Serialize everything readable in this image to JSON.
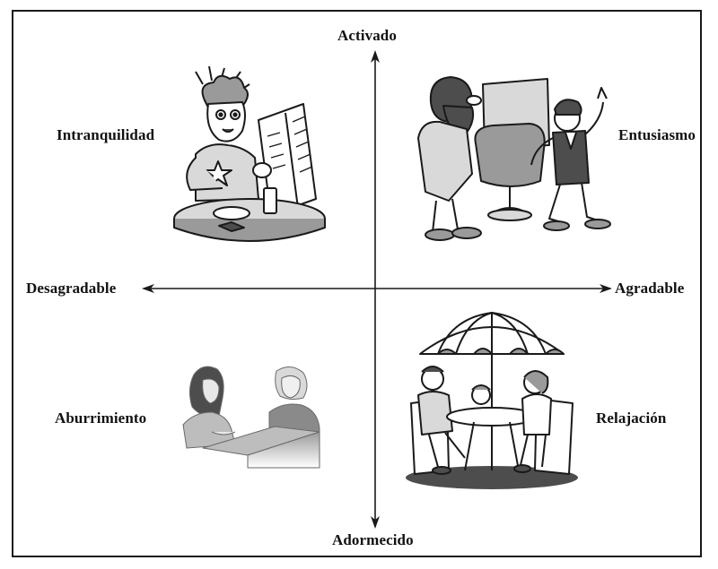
{
  "axes": {
    "top": "Activado",
    "bottom": "Adormecido",
    "left": "Desagradable",
    "right": "Agradable"
  },
  "quadrants": {
    "top_left": {
      "label": "Intranquilidad",
      "illustration": "nervous-man-reading-menu-illustration"
    },
    "top_right": {
      "label": "Entusiasmo",
      "illustration": "excited-men-with-chair-illustration"
    },
    "bottom_left": {
      "label": "Aburrimiento",
      "illustration": "two-women-talking-at-counter-illustration"
    },
    "bottom_right": {
      "label": "Relajación",
      "illustration": "family-at-patio-table-under-umbrella-illustration"
    }
  },
  "colors": {
    "ink": "#1a1a1a",
    "fill_light": "#d9d9d9",
    "fill_mid": "#9a9a9a",
    "fill_dark": "#4d4d4d"
  }
}
